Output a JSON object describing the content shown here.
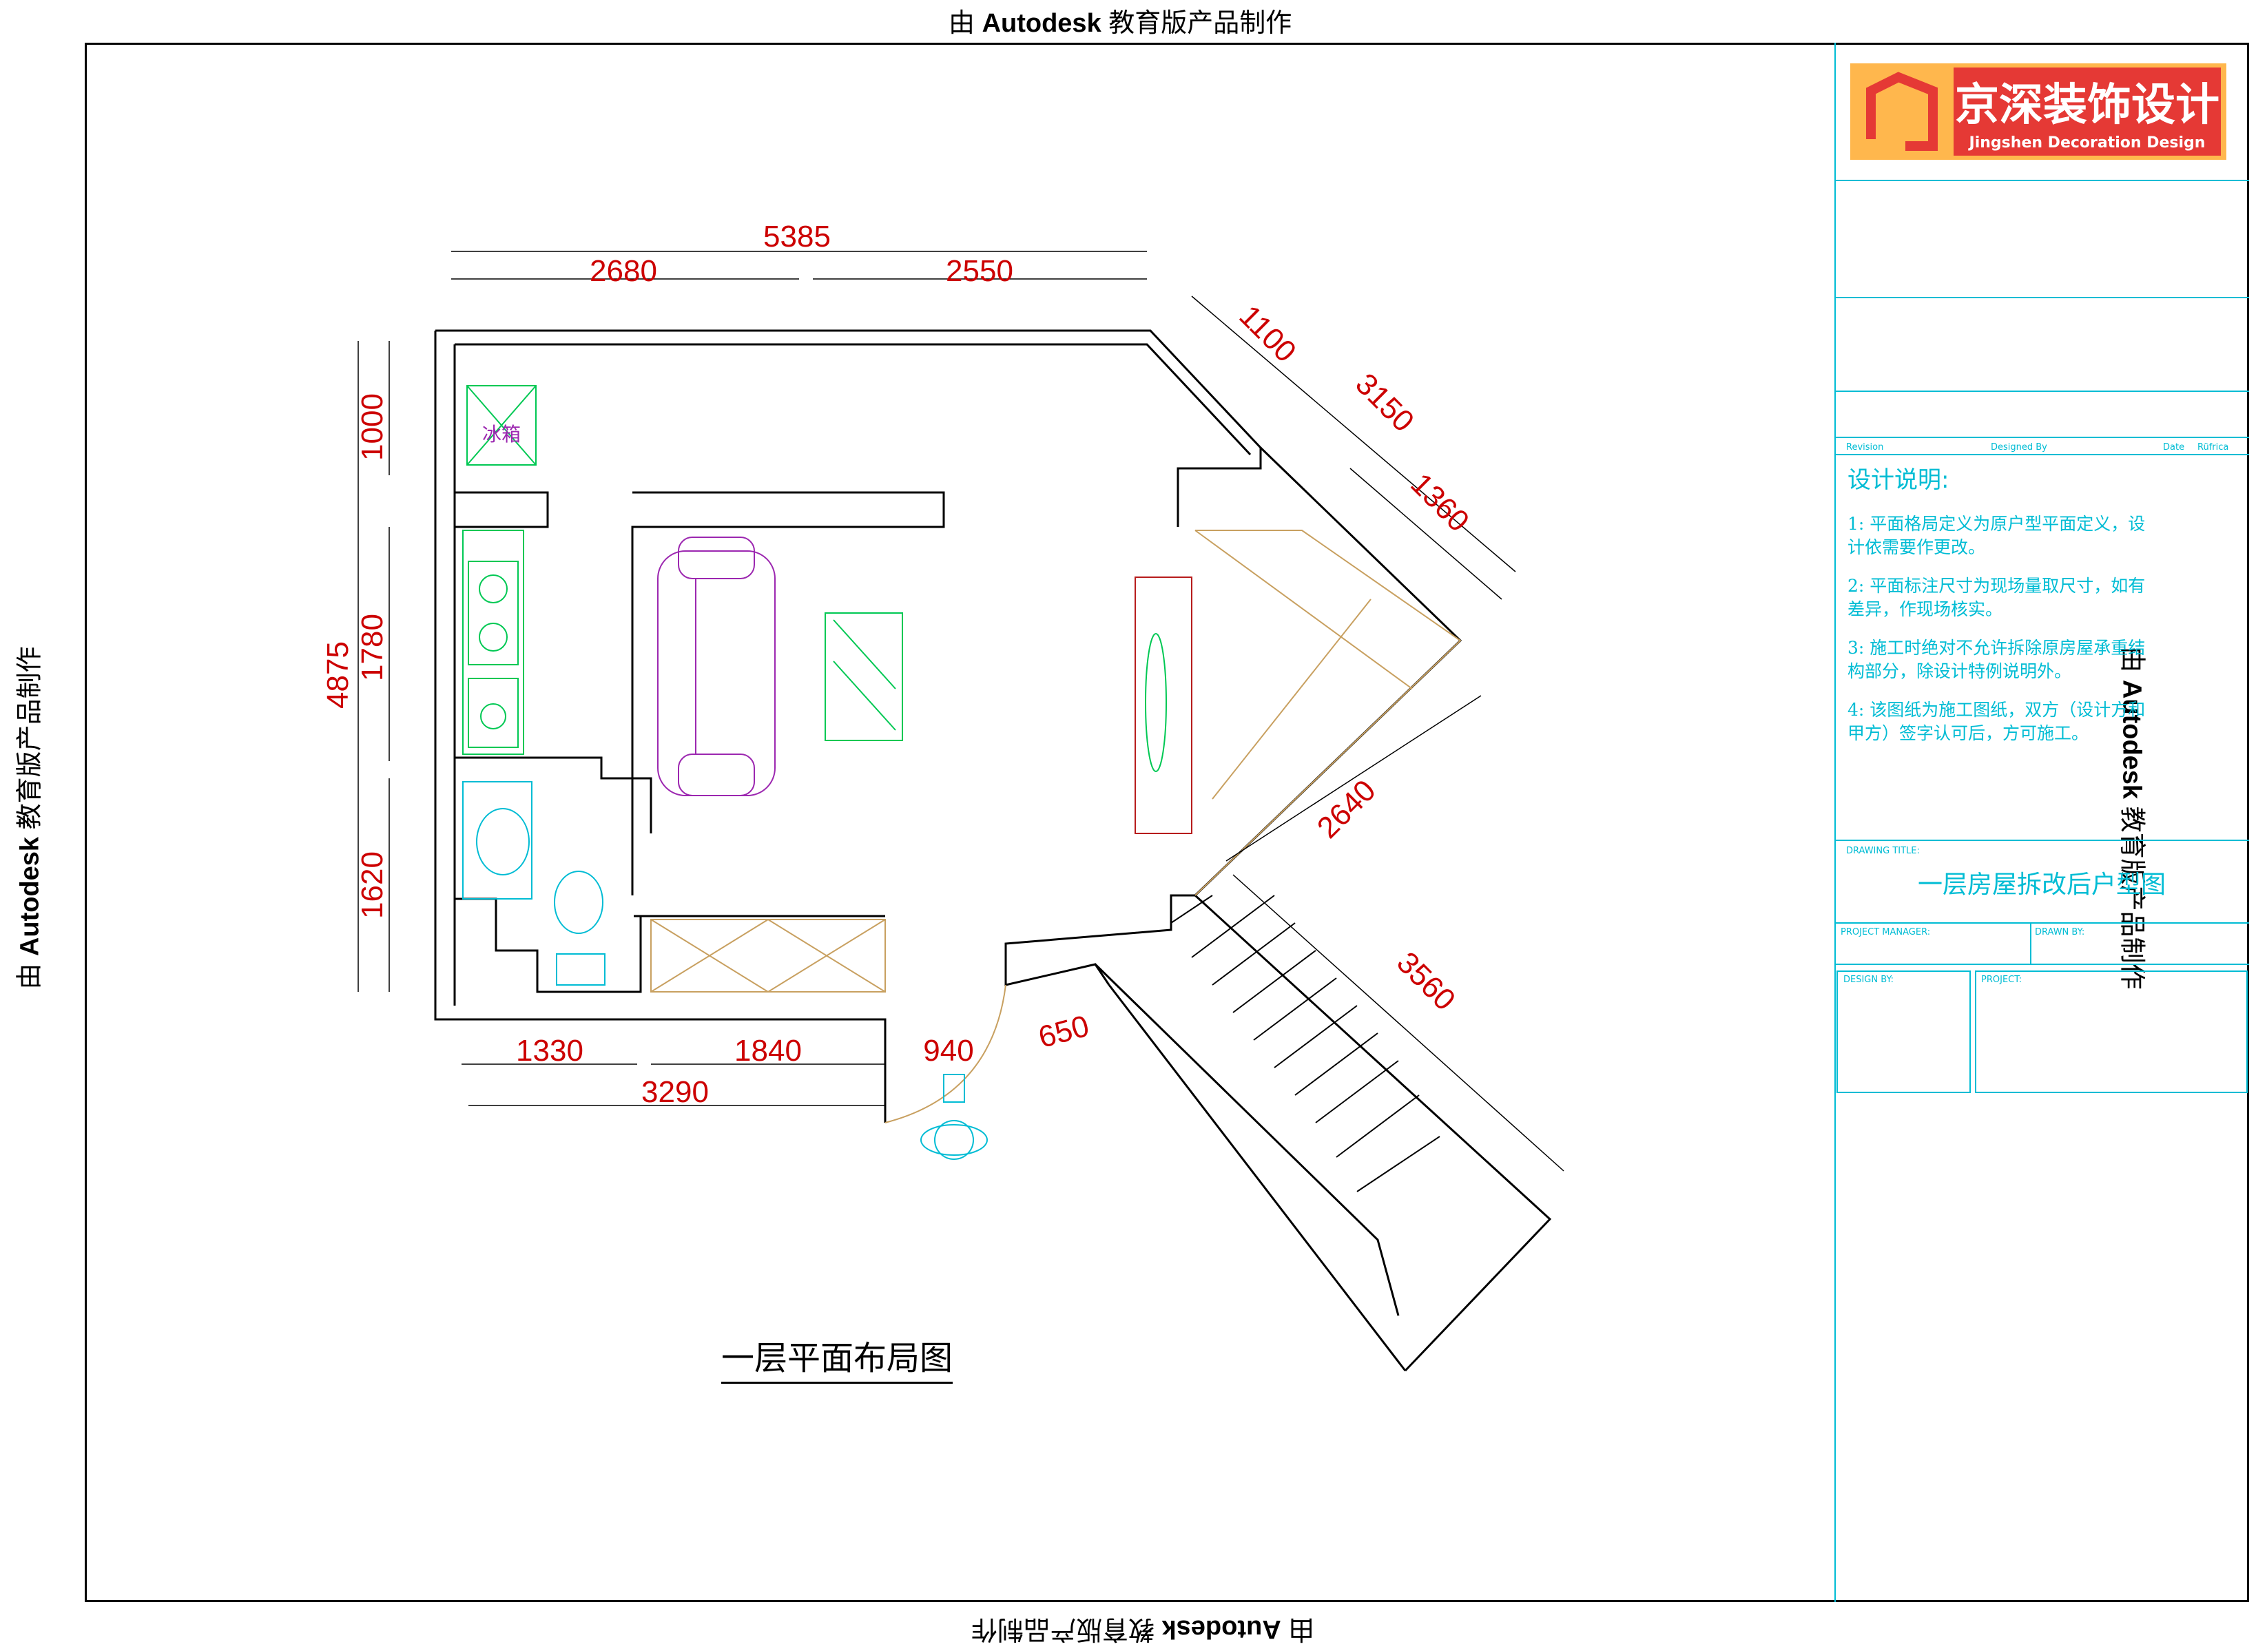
{
  "watermark": {
    "prefix": "由 ",
    "brand": "Autodesk",
    "suffix": " 教育版产品制作"
  },
  "company": {
    "name_cn": "京深装饰设计",
    "name_en": "Jingshen Decoration Design",
    "logo_color": "#e53935",
    "logo_bg": "#ffb74d"
  },
  "titleblock": {
    "revision_label": "Revision",
    "designed_by_label": "Designed By",
    "date_label": "Date",
    "ref_label": "Rüfrica",
    "notes_heading": "设计说明:",
    "notes": [
      "1: 平面格局定义为原户型平面定义，设计依需要作更改。",
      "2: 平面标注尺寸为现场量取尺寸，如有差异，作现场核实。",
      "3: 施工时绝对不允许拆除原房屋承重结构部分，除设计特例说明外。",
      "4: 该图纸为施工图纸，双方（设计方和甲方）签字认可后，方可施工。"
    ],
    "drawing_title_label": "DRAWING TITLE:",
    "drawing_title": "一层房屋拆改后户型图",
    "project_manager_label": "PROJECT MANAGER:",
    "drawn_by_label": "DRAWN BY:",
    "design_by_label": "DESIGN BY:",
    "project_label": "PROJECT:",
    "accent_color": "#00bcd4"
  },
  "plan": {
    "title": "一层平面布局图",
    "fridge_label": "冰箱",
    "dimensions": {
      "top_total": "5385",
      "top_left": "2680",
      "top_right": "2550",
      "left_total": "4875",
      "left_1": "1000",
      "left_2": "1780",
      "left_3": "1620",
      "bottom_1": "1330",
      "bottom_2": "1840",
      "bottom_total": "3290",
      "bottom_door": "940",
      "bottom_step": "650",
      "diag_1": "1100",
      "diag_2": "3150",
      "diag_3": "1360",
      "diag_4": "2640",
      "diag_5": "3560"
    },
    "dim_color": "#cc0000"
  }
}
